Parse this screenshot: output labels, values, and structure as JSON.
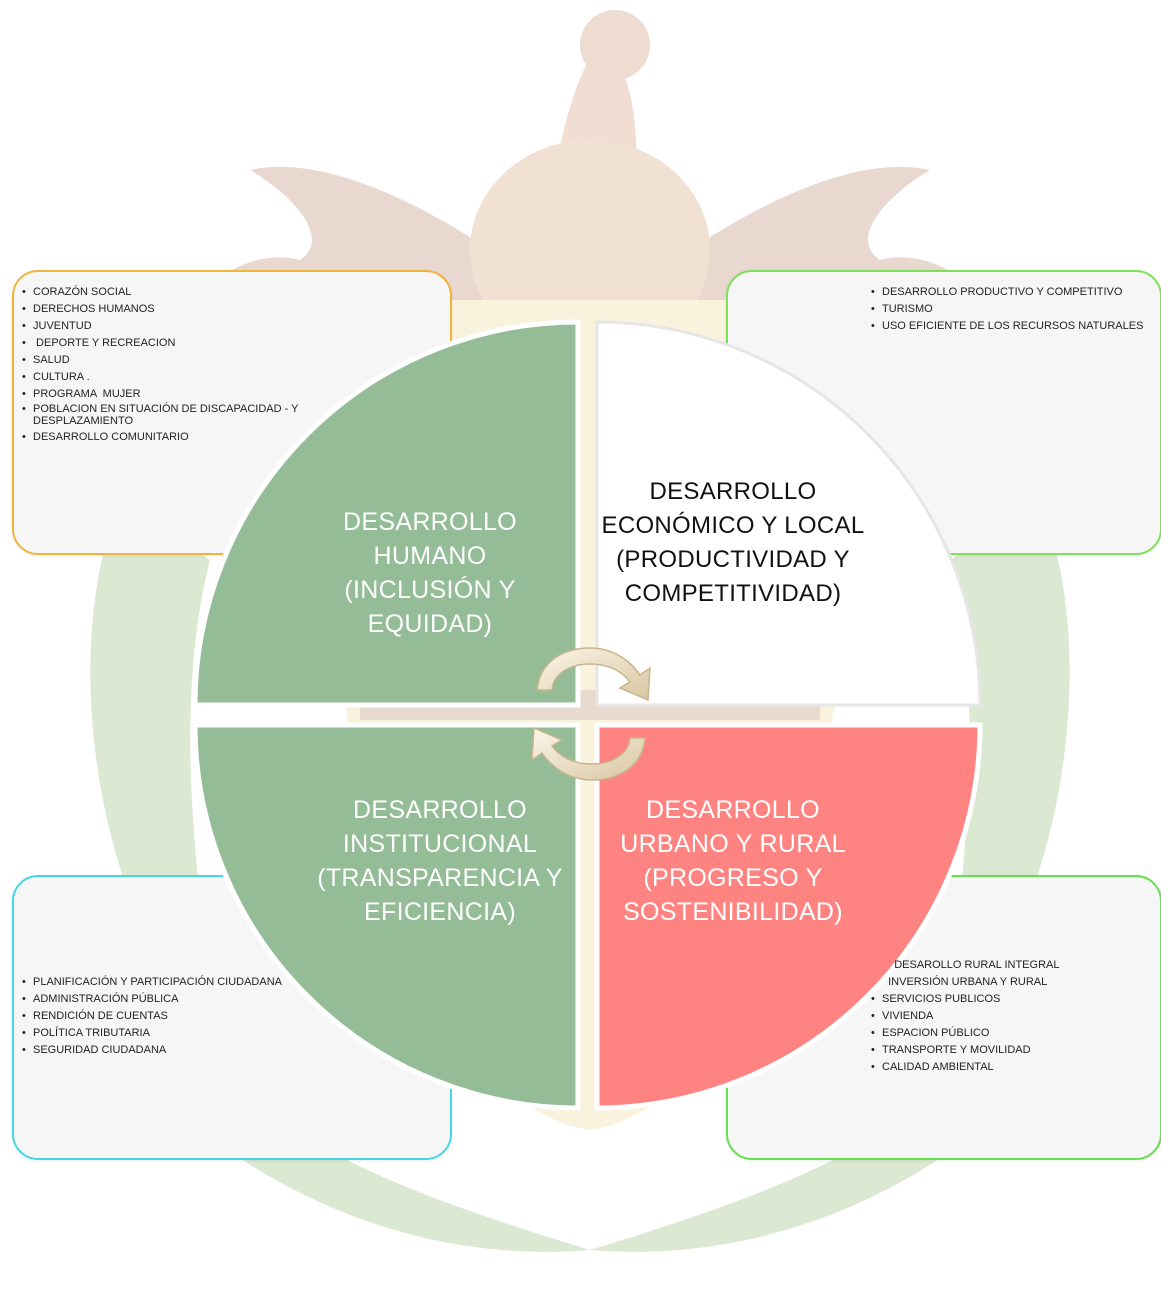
{
  "quadrants": {
    "top_left": {
      "title": "DESARROLLO HUMANO (INCLUSIÓN Y EQUIDAD)",
      "color": "#94bc97",
      "items": [
        "CORAZÓN SOCIAL",
        "DERECHOS HUMANOS",
        "JUVENTUD",
        " DEPORTE Y RECREACION",
        "SALUD",
        "CULTURA .",
        "PROGRAMA  MUJER",
        "POBLACION EN SITUACIÓN DE DISCAPACIDAD  - Y DESPLAZAMIENTO",
        "DESARROLLO COMUNITARIO"
      ]
    },
    "top_right": {
      "title": "DESARROLLO ECONÓMICO Y LOCAL (PRODUCTIVIDAD Y COMPETITIVIDAD)",
      "color": "#ffffff",
      "items": [
        "DESARROLLO PRODUCTIVO Y COMPETITIVO",
        "TURISMO",
        "USO EFICIENTE DE LOS RECURSOS NATURALES"
      ]
    },
    "bottom_left": {
      "title": "DESARROLLO INSTITUCIONAL (TRANSPARENCIA Y EFICIENCIA)",
      "color": "#94bc97",
      "items": [
        "PLANIFICACIÓN Y PARTICIPACIÓN CIUDADANA",
        "ADMINISTRACIÓN PÚBLICA",
        "RENDICIÓN DE CUENTAS",
        "POLÍTICA TRIBUTARIA",
        "SEGURIDAD CIUDADANA"
      ]
    },
    "bottom_right": {
      "title": "DESARROLLO URBANO Y RURAL (PROGRESO Y SOSTENIBILIDAD)",
      "color": "#ff8481",
      "items": [
        "    DESAROLLO RURAL INTEGRAL",
        "  INVERSIÓN URBANA Y RURAL",
        "SERVICIOS PUBLICOS",
        "VIVIENDA",
        "ESPACION PÚBLICO",
        "TRANSPORTE Y MOVILIDAD",
        "CALIDAD AMBIENTAL"
      ]
    }
  },
  "icons": {
    "center": "cycle-arrows-icon",
    "background": "eagle-crest-watermark"
  },
  "colors": {
    "border_top_left": "#f0b43c",
    "border_top_right": "#7fe05a",
    "border_bottom_left": "#46d7e6",
    "border_bottom_right": "#62e24c"
  }
}
